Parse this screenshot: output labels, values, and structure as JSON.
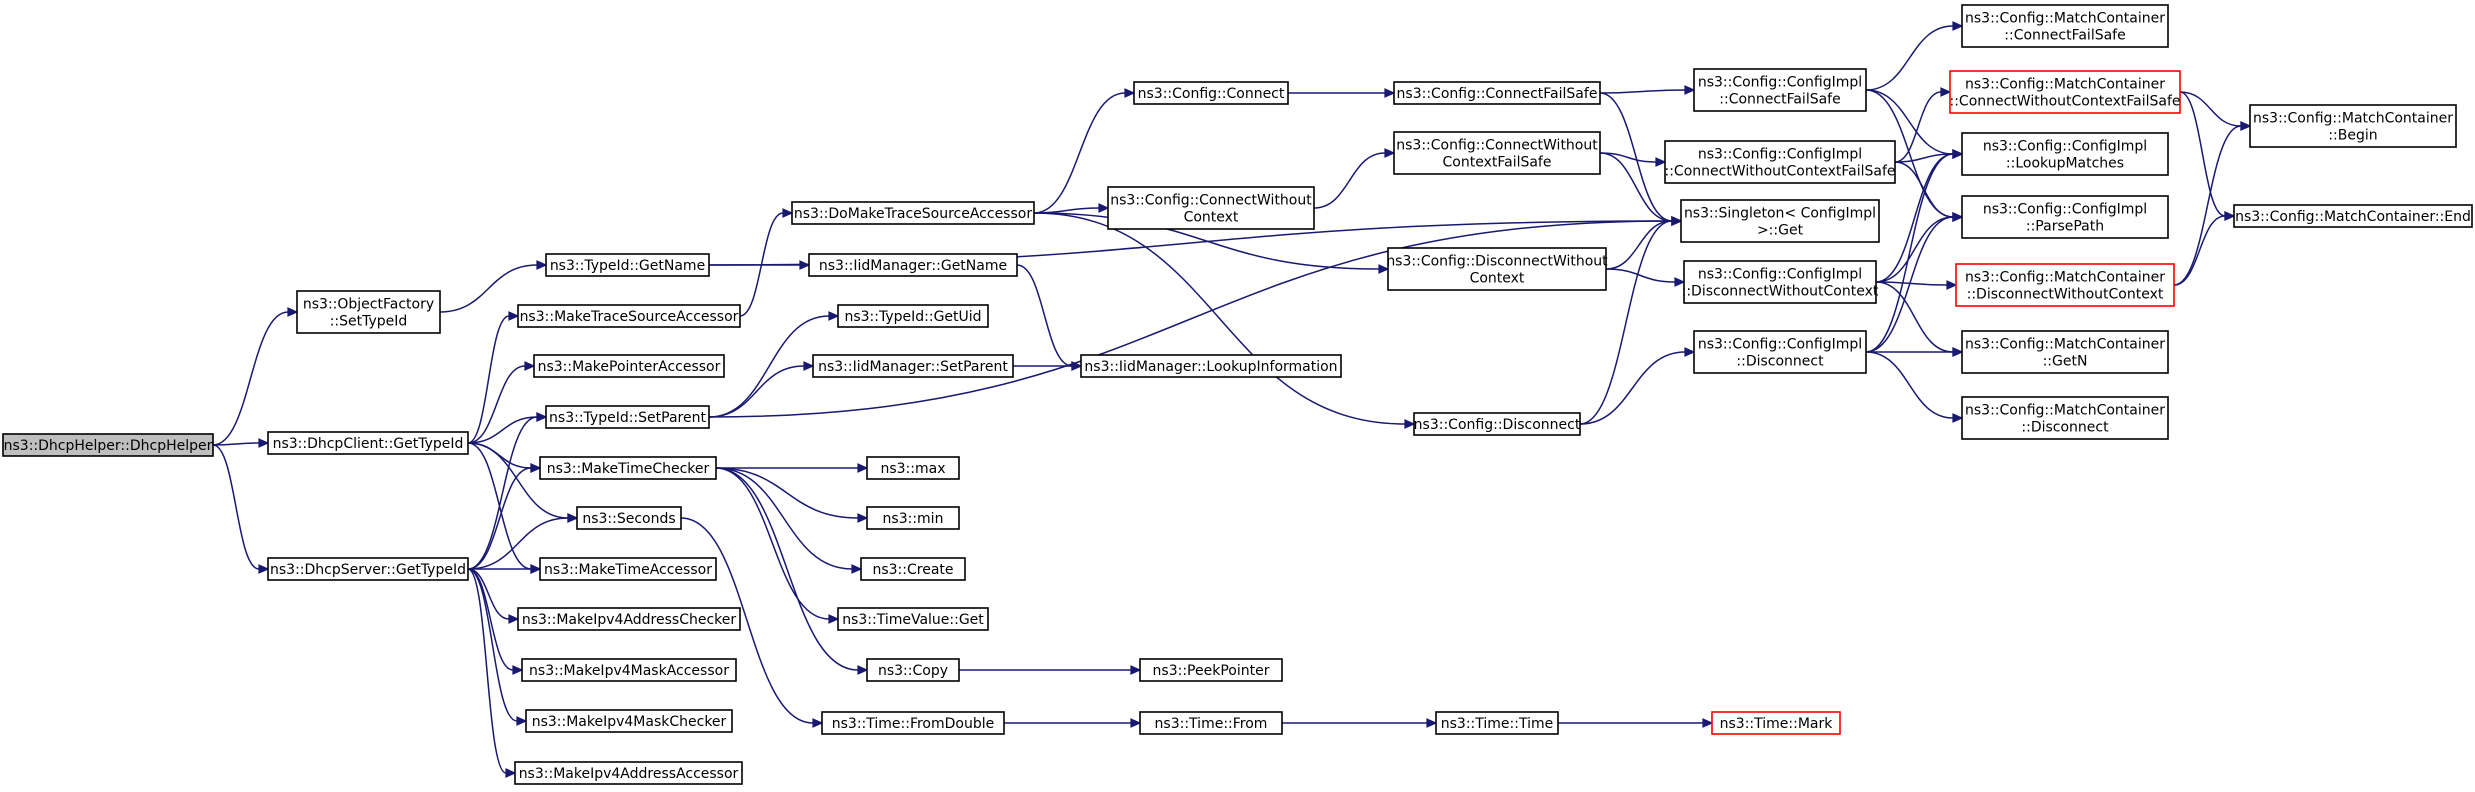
{
  "colors": {
    "edge": "#191970",
    "node_border": "#000000",
    "node_fill": "#ffffff",
    "truncated_border": "#ff0000",
    "root_fill": "#bfbfbf",
    "text": "#000000"
  },
  "nodes": [
    {
      "id": "root",
      "label": [
        "ns3::DhcpHelper::DhcpHelper"
      ],
      "kind": "root"
    },
    {
      "id": "objfac",
      "label": [
        "ns3::ObjectFactory",
        "::SetTypeId"
      ]
    },
    {
      "id": "clientGTI",
      "label": [
        "ns3::DhcpClient::GetTypeId"
      ]
    },
    {
      "id": "serverGTI",
      "label": [
        "ns3::DhcpServer::GetTypeId"
      ]
    },
    {
      "id": "tidGetName",
      "label": [
        "ns3::TypeId::GetName"
      ]
    },
    {
      "id": "makeTSA",
      "label": [
        "ns3::MakeTraceSourceAccessor"
      ]
    },
    {
      "id": "makePtrAcc",
      "label": [
        "ns3::MakePointerAccessor"
      ]
    },
    {
      "id": "tidSetParent",
      "label": [
        "ns3::TypeId::SetParent"
      ]
    },
    {
      "id": "makeTimeChecker",
      "label": [
        "ns3::MakeTimeChecker"
      ]
    },
    {
      "id": "seconds",
      "label": [
        "ns3::Seconds"
      ]
    },
    {
      "id": "makeTimeAcc",
      "label": [
        "ns3::MakeTimeAccessor"
      ]
    },
    {
      "id": "makeIpv4AddrChecker",
      "label": [
        "ns3::MakeIpv4AddressChecker"
      ]
    },
    {
      "id": "makeIpv4MaskAcc",
      "label": [
        "ns3::MakeIpv4MaskAccessor"
      ]
    },
    {
      "id": "makeIpv4MaskChecker",
      "label": [
        "ns3::MakeIpv4MaskChecker"
      ]
    },
    {
      "id": "makeIpv4AddrAcc",
      "label": [
        "ns3::MakeIpv4AddressAccessor"
      ]
    },
    {
      "id": "doMakeTSA",
      "label": [
        "ns3::DoMakeTraceSourceAccessor"
      ]
    },
    {
      "id": "iidGetName",
      "label": [
        "ns3::IidManager::GetName"
      ]
    },
    {
      "id": "tidGetUid",
      "label": [
        "ns3::TypeId::GetUid"
      ]
    },
    {
      "id": "iidSetParent",
      "label": [
        "ns3::IidManager::SetParent"
      ]
    },
    {
      "id": "max",
      "label": [
        "ns3::max"
      ]
    },
    {
      "id": "min",
      "label": [
        "ns3::min"
      ]
    },
    {
      "id": "create",
      "label": [
        "ns3::Create"
      ]
    },
    {
      "id": "timeValueGet",
      "label": [
        "ns3::TimeValue::Get"
      ]
    },
    {
      "id": "copy",
      "label": [
        "ns3::Copy"
      ]
    },
    {
      "id": "timeFromDouble",
      "label": [
        "ns3::Time::FromDouble"
      ]
    },
    {
      "id": "cfgConnect",
      "label": [
        "ns3::Config::Connect"
      ]
    },
    {
      "id": "cfgConnectWOC",
      "label": [
        "ns3::Config::ConnectWithout",
        "Context"
      ]
    },
    {
      "id": "iidLookupInfo",
      "label": [
        "ns3::IidManager::LookupInformation"
      ]
    },
    {
      "id": "peekPointer",
      "label": [
        "ns3::PeekPointer"
      ]
    },
    {
      "id": "timeFrom",
      "label": [
        "ns3::Time::From"
      ]
    },
    {
      "id": "cfgConnectFS",
      "label": [
        "ns3::Config::ConnectFailSafe"
      ]
    },
    {
      "id": "cfgConnectWOCFS",
      "label": [
        "ns3::Config::ConnectWithout",
        "ContextFailSafe"
      ]
    },
    {
      "id": "cfgDisconnectWOC",
      "label": [
        "ns3::Config::DisconnectWithout",
        "Context"
      ]
    },
    {
      "id": "cfgDisconnect",
      "label": [
        "ns3::Config::Disconnect"
      ]
    },
    {
      "id": "timeTime",
      "label": [
        "ns3::Time::Time"
      ]
    },
    {
      "id": "implConnectFS",
      "label": [
        "ns3::Config::ConfigImpl",
        "::ConnectFailSafe"
      ]
    },
    {
      "id": "implConnectWOCFS",
      "label": [
        "ns3::Config::ConfigImpl",
        "::ConnectWithoutContextFailSafe"
      ]
    },
    {
      "id": "singletonGet",
      "label": [
        "ns3::Singleton< ConfigImpl",
        " >::Get"
      ]
    },
    {
      "id": "implDisconnectWOC",
      "label": [
        "ns3::Config::ConfigImpl",
        "::DisconnectWithoutContext"
      ]
    },
    {
      "id": "implDisconnect",
      "label": [
        "ns3::Config::ConfigImpl",
        "::Disconnect"
      ]
    },
    {
      "id": "timeMark",
      "label": [
        "ns3::Time::Mark"
      ],
      "kind": "truncated"
    },
    {
      "id": "mcConnectFS",
      "label": [
        "ns3::Config::MatchContainer",
        "::ConnectFailSafe"
      ]
    },
    {
      "id": "mcConnectWOCFS",
      "label": [
        "ns3::Config::MatchContainer",
        "::ConnectWithoutContextFailSafe"
      ],
      "kind": "truncated"
    },
    {
      "id": "implLookup",
      "label": [
        "ns3::Config::ConfigImpl",
        "::LookupMatches"
      ]
    },
    {
      "id": "implParsePath",
      "label": [
        "ns3::Config::ConfigImpl",
        "::ParsePath"
      ]
    },
    {
      "id": "mcDisconnectWOC",
      "label": [
        "ns3::Config::MatchContainer",
        "::DisconnectWithoutContext"
      ],
      "kind": "truncated"
    },
    {
      "id": "mcGetN",
      "label": [
        "ns3::Config::MatchContainer",
        "::GetN"
      ]
    },
    {
      "id": "mcDisconnect",
      "label": [
        "ns3::Config::MatchContainer",
        "::Disconnect"
      ]
    },
    {
      "id": "mcBegin",
      "label": [
        "ns3::Config::MatchContainer",
        "::Begin"
      ]
    },
    {
      "id": "mcEnd",
      "label": [
        "ns3::Config::MatchContainer::End"
      ]
    }
  ],
  "edges": [
    [
      "root",
      "objfac"
    ],
    [
      "root",
      "clientGTI"
    ],
    [
      "root",
      "serverGTI"
    ],
    [
      "objfac",
      "tidGetName"
    ],
    [
      "clientGTI",
      "makeTSA"
    ],
    [
      "clientGTI",
      "makePtrAcc"
    ],
    [
      "clientGTI",
      "tidSetParent"
    ],
    [
      "clientGTI",
      "makeTimeChecker"
    ],
    [
      "clientGTI",
      "seconds"
    ],
    [
      "clientGTI",
      "makeTimeAcc"
    ],
    [
      "serverGTI",
      "tidSetParent"
    ],
    [
      "serverGTI",
      "makeTimeChecker"
    ],
    [
      "serverGTI",
      "seconds"
    ],
    [
      "serverGTI",
      "makeTimeAcc"
    ],
    [
      "serverGTI",
      "makeIpv4AddrChecker"
    ],
    [
      "serverGTI",
      "makeIpv4MaskAcc"
    ],
    [
      "serverGTI",
      "makeIpv4MaskChecker"
    ],
    [
      "serverGTI",
      "makeIpv4AddrAcc"
    ],
    [
      "tidGetName",
      "iidGetName"
    ],
    [
      "tidGetName",
      "singletonGet"
    ],
    [
      "makeTSA",
      "doMakeTSA"
    ],
    [
      "tidSetParent",
      "tidGetUid"
    ],
    [
      "tidSetParent",
      "iidSetParent"
    ],
    [
      "tidSetParent",
      "singletonGet"
    ],
    [
      "makeTimeChecker",
      "max"
    ],
    [
      "makeTimeChecker",
      "min"
    ],
    [
      "makeTimeChecker",
      "create"
    ],
    [
      "makeTimeChecker",
      "timeValueGet"
    ],
    [
      "makeTimeChecker",
      "copy"
    ],
    [
      "seconds",
      "timeFromDouble"
    ],
    [
      "doMakeTSA",
      "cfgConnect"
    ],
    [
      "doMakeTSA",
      "cfgConnectWOC"
    ],
    [
      "doMakeTSA",
      "cfgDisconnectWOC"
    ],
    [
      "doMakeTSA",
      "cfgDisconnect"
    ],
    [
      "iidGetName",
      "iidLookupInfo"
    ],
    [
      "iidSetParent",
      "iidLookupInfo"
    ],
    [
      "copy",
      "peekPointer"
    ],
    [
      "timeFromDouble",
      "timeFrom"
    ],
    [
      "timeFrom",
      "timeTime"
    ],
    [
      "timeTime",
      "timeMark"
    ],
    [
      "cfgConnect",
      "cfgConnectFS"
    ],
    [
      "cfgConnectWOC",
      "cfgConnectWOCFS"
    ],
    [
      "cfgConnectFS",
      "implConnectFS"
    ],
    [
      "cfgConnectFS",
      "singletonGet"
    ],
    [
      "cfgConnectWOCFS",
      "implConnectWOCFS"
    ],
    [
      "cfgConnectWOCFS",
      "singletonGet"
    ],
    [
      "cfgDisconnectWOC",
      "implDisconnectWOC"
    ],
    [
      "cfgDisconnectWOC",
      "singletonGet"
    ],
    [
      "cfgDisconnect",
      "implDisconnect"
    ],
    [
      "cfgDisconnect",
      "singletonGet"
    ],
    [
      "implConnectFS",
      "mcConnectFS"
    ],
    [
      "implConnectFS",
      "implLookup"
    ],
    [
      "implConnectFS",
      "implParsePath"
    ],
    [
      "implConnectWOCFS",
      "mcConnectWOCFS"
    ],
    [
      "implConnectWOCFS",
      "implLookup"
    ],
    [
      "implConnectWOCFS",
      "implParsePath"
    ],
    [
      "implDisconnectWOC",
      "mcDisconnectWOC"
    ],
    [
      "implDisconnectWOC",
      "implLookup"
    ],
    [
      "implDisconnectWOC",
      "implParsePath"
    ],
    [
      "implDisconnectWOC",
      "mcGetN"
    ],
    [
      "implDisconnect",
      "implLookup"
    ],
    [
      "implDisconnect",
      "implParsePath"
    ],
    [
      "implDisconnect",
      "mcGetN"
    ],
    [
      "implDisconnect",
      "mcDisconnect"
    ],
    [
      "mcConnectWOCFS",
      "mcBegin"
    ],
    [
      "mcConnectWOCFS",
      "mcEnd"
    ],
    [
      "mcDisconnectWOC",
      "mcBegin"
    ],
    [
      "mcDisconnectWOC",
      "mcEnd"
    ]
  ]
}
